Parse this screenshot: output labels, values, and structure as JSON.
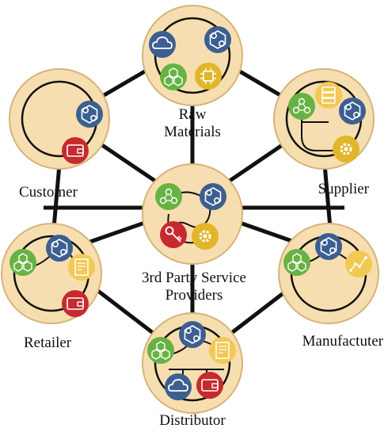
{
  "nodes": {
    "raw_materials": {
      "label_line1": "Raw",
      "label_line2": "Materials"
    },
    "supplier": {
      "label": "Supplier"
    },
    "manufacturer": {
      "label": "Manufactuter"
    },
    "distributor": {
      "label": "Distributor"
    },
    "retailer": {
      "label": "Retailer"
    },
    "customer": {
      "label": "Customer"
    },
    "service_providers": {
      "label_line1": "3rd Party Service",
      "label_line2": "Providers"
    }
  },
  "colors": {
    "node_fill": "#f7deb0",
    "node_stroke": "#d6b378",
    "link": "#111111",
    "blue": "#3c5f91",
    "green": "#66b343",
    "yellow": "#e1b62a",
    "red": "#c62a2f",
    "pale_yellow": "#f2c955"
  },
  "icons": [
    "cloud-icon",
    "hexagon-chain-icon",
    "cube-cluster-icon",
    "chip-icon",
    "people-network-icon",
    "server-icon",
    "gear-icon",
    "wallet-icon",
    "certificate-icon",
    "scatter-chart-icon",
    "key-icon"
  ]
}
